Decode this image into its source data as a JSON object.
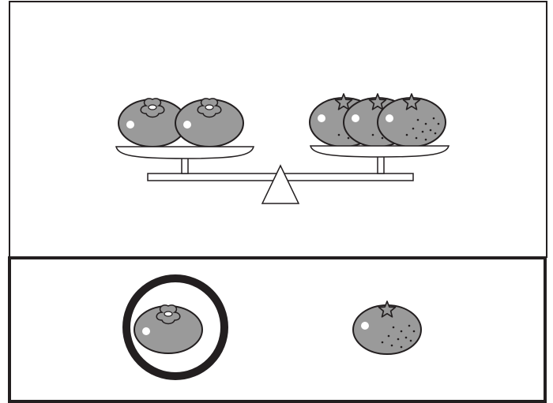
{
  "colors": {
    "background": "#ffffff",
    "stroke": "#231f20",
    "fruit_fill": "#9a9a9a",
    "highlight": "#ffffff",
    "answer_ring": "#231f20"
  },
  "scale": {
    "left_pan": {
      "fruit": "persimmon",
      "count": 2
    },
    "right_pan": {
      "fruit": "mandarin-orange",
      "count": 3
    },
    "balanced": true
  },
  "answer_choices": [
    {
      "fruit": "persimmon",
      "selected": true
    },
    {
      "fruit": "mandarin-orange",
      "selected": false
    }
  ]
}
